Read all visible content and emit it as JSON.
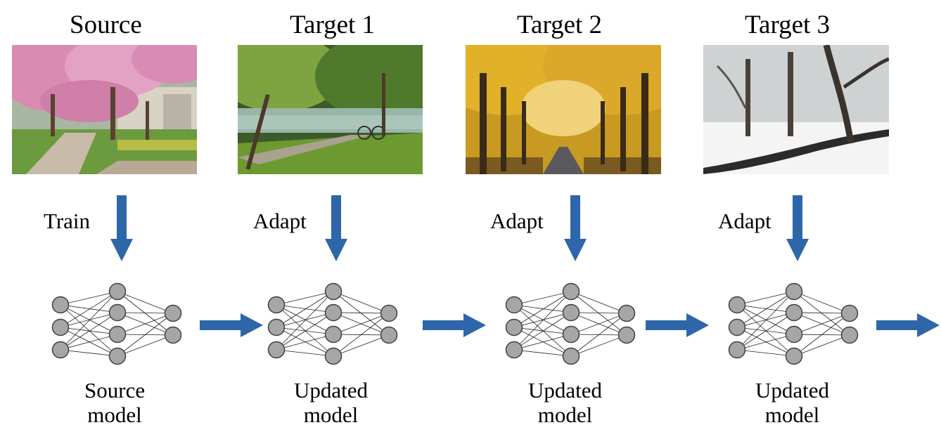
{
  "stages": [
    {
      "title": "Source",
      "action": "Train",
      "model_line1": "Source",
      "model_line2": "model",
      "scene": "cherry-blossom-path"
    },
    {
      "title": "Target 1",
      "action": "Adapt",
      "model_line1": "Updated",
      "model_line2": "model",
      "scene": "green-park-pond"
    },
    {
      "title": "Target 2",
      "action": "Adapt",
      "model_line1": "Updated",
      "model_line2": "model",
      "scene": "autumn-ginkgo-avenue"
    },
    {
      "title": "Target 3",
      "action": "Adapt",
      "model_line1": "Updated",
      "model_line2": "model",
      "scene": "snowy-stream"
    }
  ],
  "colors": {
    "arrow": "#2E66AA",
    "node_fill": "#A6A6A6",
    "node_stroke": "#404040"
  },
  "icons": {
    "down_arrow": "down-arrow-icon",
    "right_arrow": "right-arrow-icon",
    "network": "neural-network-icon"
  }
}
